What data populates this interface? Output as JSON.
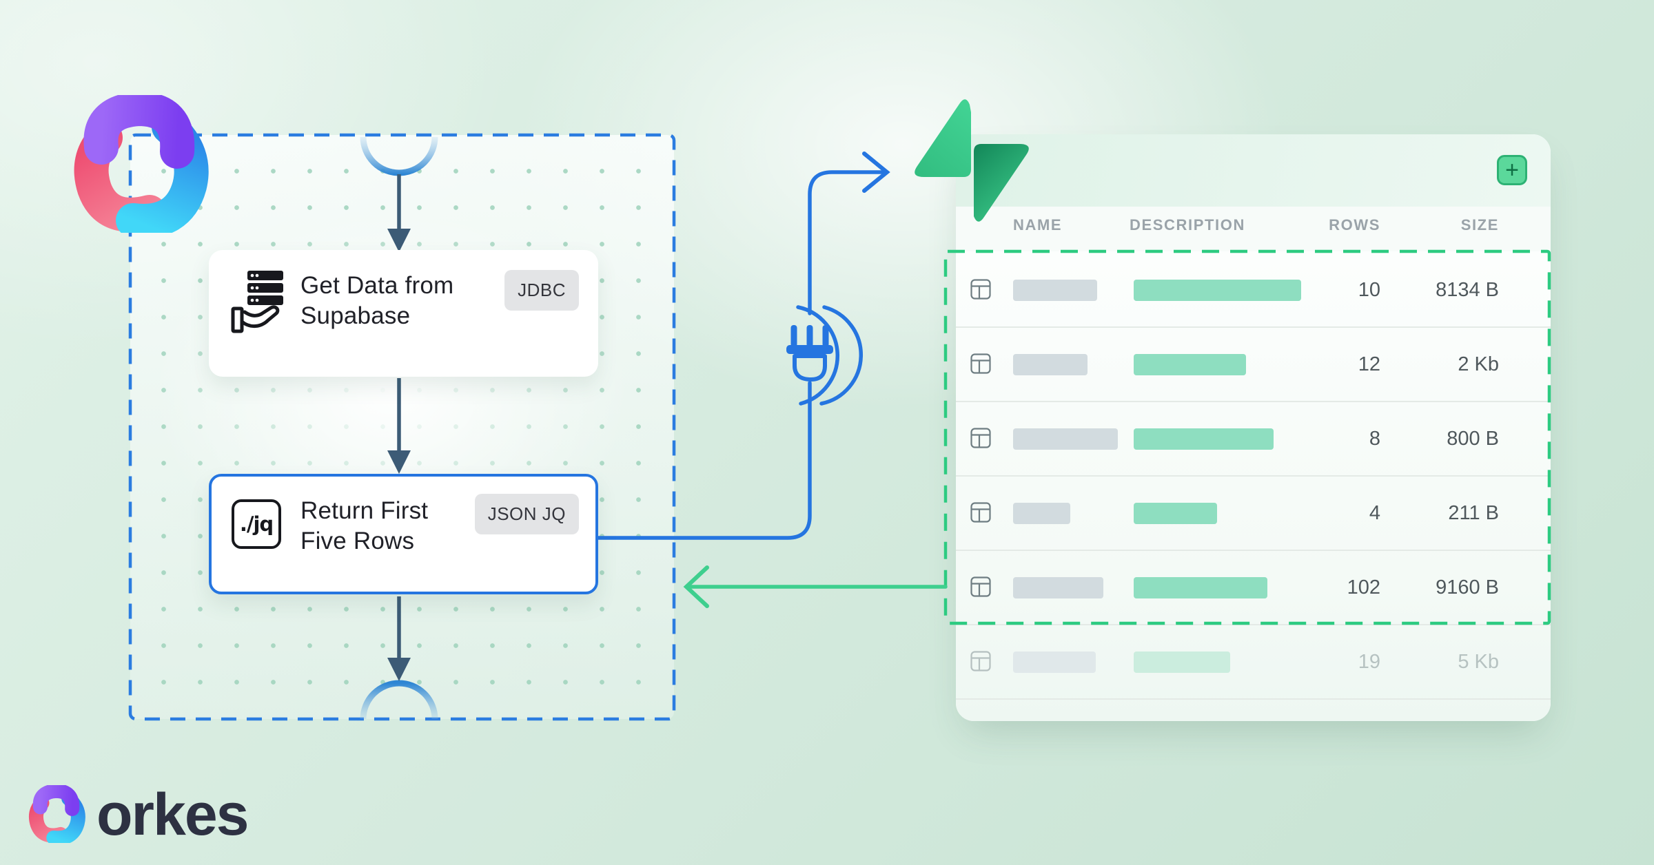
{
  "brand": {
    "name": "orkes"
  },
  "workflow": {
    "nodes": [
      {
        "title_line1": "Get Data from",
        "title_line2": "Supabase",
        "badge": "JDBC",
        "icon": "database-hand-icon"
      },
      {
        "title_line1": "Return First",
        "title_line2": "Five Rows",
        "badge": "JSON JQ",
        "icon": "jq-icon",
        "icon_text": "./jq"
      }
    ]
  },
  "integration": {
    "logo": "supabase-logo-icon",
    "connector": "plug-icon"
  },
  "table": {
    "add_button_label": "+",
    "columns": [
      "NAME",
      "DESCRIPTION",
      "ROWS",
      "SIZE"
    ],
    "rows": [
      {
        "rows": "10",
        "size": "8134 B",
        "name_bar_w": 122,
        "desc_bar_w": 243
      },
      {
        "rows": "12",
        "size": "2 Kb",
        "name_bar_w": 108,
        "desc_bar_w": 163
      },
      {
        "rows": "8",
        "size": "800 B",
        "name_bar_w": 152,
        "desc_bar_w": 203
      },
      {
        "rows": "4",
        "size": "211 B",
        "name_bar_w": 83,
        "desc_bar_w": 121
      },
      {
        "rows": "102",
        "size": "9160 B",
        "name_bar_w": 131,
        "desc_bar_w": 194
      },
      {
        "rows": "19",
        "size": "5 Kb",
        "name_bar_w": 120,
        "desc_bar_w": 140
      }
    ]
  },
  "colors": {
    "accent_blue": "#2b7ce0",
    "connector_blue": "#2575e0",
    "arrow_slate": "#3c5b76",
    "arc_blue": "#2e86d4",
    "green": "#3ecf8e",
    "dashed_green": "#2dcb81",
    "supabase_dark_green": "#179260",
    "badge_bg": "#e3e4e6",
    "background_mint": "#d6ebdf"
  }
}
